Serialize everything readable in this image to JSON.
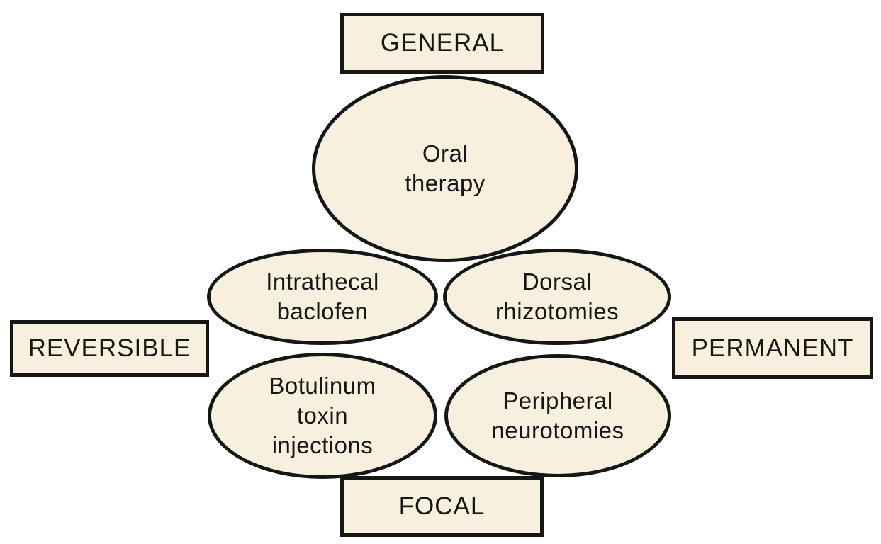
{
  "diagram": {
    "type": "quadrant-diagram",
    "subject": "spasticity-treatment-options",
    "colors": {
      "shape_fill": "#f7f0de",
      "shape_stroke": "#161616",
      "text": "#161616",
      "background": "#ffffff"
    },
    "axis_ends": {
      "top": "GENERAL",
      "bottom": "FOCAL",
      "left": "REVERSIBLE",
      "right": "PERMANENT"
    },
    "nodes": [
      {
        "id": "oral-therapy",
        "label": "Oral\ntherapy"
      },
      {
        "id": "intrathecal-baclofen",
        "label": "Intrathecal\nbaclofen"
      },
      {
        "id": "dorsal-rhizotomies",
        "label": "Dorsal\nrhizotomies"
      },
      {
        "id": "botulinum-toxin-injections",
        "label": "Botulinum\ntoxin\ninjections"
      },
      {
        "id": "peripheral-neurotomies",
        "label": "Peripheral\nneurotomies"
      }
    ]
  }
}
